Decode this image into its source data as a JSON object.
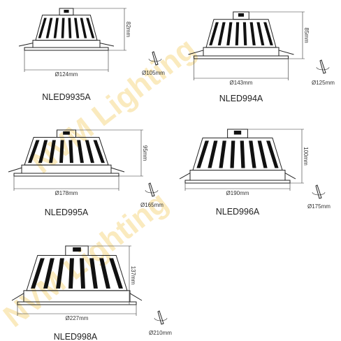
{
  "watermark": "NVM Lighting",
  "lamps": [
    {
      "model": "NLED9935A",
      "outer_diameter": "Ø124mm",
      "height": "82mm",
      "cutout": "Ø105mm"
    },
    {
      "model": "NLED994A",
      "outer_diameter": "Ø143mm",
      "height": "85mm",
      "cutout": "Ø125mm"
    },
    {
      "model": "NLED995A",
      "outer_diameter": "Ø178mm",
      "height": "95mm",
      "cutout": "Ø165mm"
    },
    {
      "model": "NLED996A",
      "outer_diameter": "Ø190mm",
      "height": "100mm",
      "cutout": "Ø175mm"
    },
    {
      "model": "NLED998A",
      "outer_diameter": "Ø227mm",
      "height": "137mm",
      "cutout": "Ø210mm"
    }
  ]
}
